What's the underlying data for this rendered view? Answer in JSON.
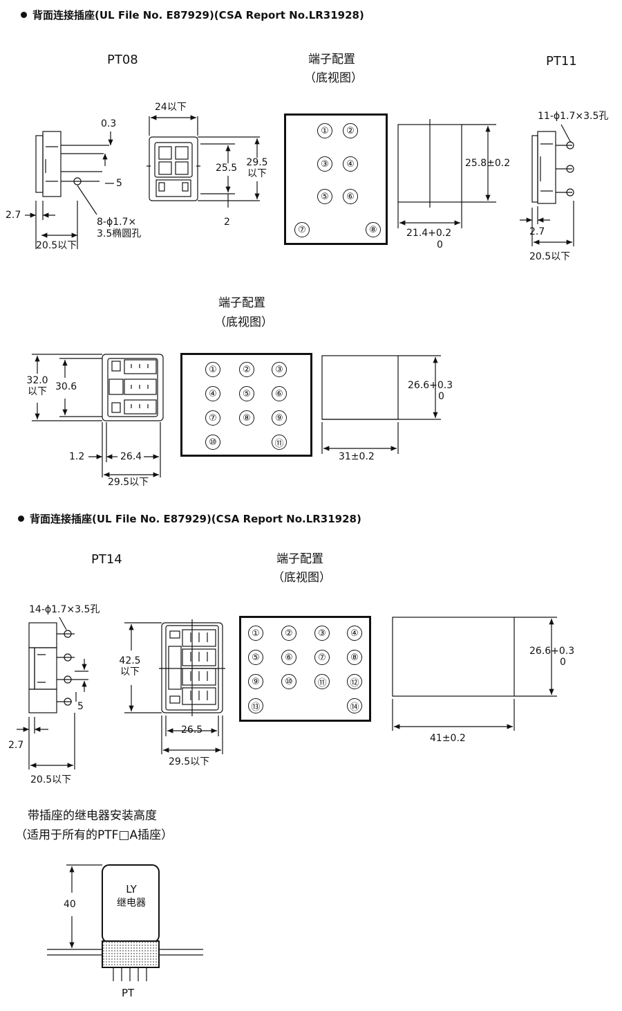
{
  "section1": {
    "heading": "背面连接插座(UL File No. E87929)(CSA Report No.LR31928)",
    "pt08": {
      "title": "PT08",
      "width_label": "24以下",
      "dim_03": "0.3",
      "dim_5": "5",
      "dim_255": "25.5",
      "dim_295": "29.5",
      "dim_295_suffix": "以下",
      "dim_2": "2",
      "dim_27": "2.7",
      "hole_note_1": "8-ϕ1.7×",
      "hole_note_2": "3.5椭圆孔",
      "depth": "20.5以下"
    },
    "terminal": {
      "title": "端子配置",
      "subtitle": "（底视图）",
      "pins": [
        "①",
        "②",
        "③",
        "④",
        "⑤",
        "⑥",
        "⑦",
        "⑧"
      ]
    },
    "cutout": {
      "height": "25.8±0.2",
      "width_1": "21.4+0.2",
      "width_2": "0"
    },
    "pt11": {
      "title": "PT11",
      "hole_note": "11-ϕ1.7×3.5孔",
      "dim_27": "2.7",
      "depth": "20.5以下"
    }
  },
  "section2": {
    "terminal": {
      "title": "端子配置",
      "subtitle": "（底视图）",
      "pins": [
        "①",
        "②",
        "③",
        "④",
        "⑤",
        "⑥",
        "⑦",
        "⑧",
        "⑨",
        "⑩",
        "⑪"
      ]
    },
    "dim_32": "32.0",
    "dim_32_suffix": "以下",
    "dim_306": "30.6",
    "dim_12": "1.2",
    "dim_264": "26.4",
    "width": "29.5以下",
    "cutout": {
      "height_1": "26.6+0.3",
      "height_2": "0",
      "width": "31±0.2"
    }
  },
  "section3": {
    "heading": "背面连接插座(UL File No. E87929)(CSA Report No.LR31928)",
    "pt14": {
      "title": "PT14",
      "hole_note": "14-ϕ1.7×3.5孔",
      "dim_5": "5",
      "dim_27": "2.7",
      "depth": "20.5以下",
      "dim_425": "42.5",
      "dim_425_suffix": "以下",
      "dim_265": "26.5",
      "width": "29.5以下"
    },
    "terminal": {
      "title": "端子配置",
      "subtitle": "（底视图）",
      "pins": [
        "①",
        "②",
        "③",
        "④",
        "⑤",
        "⑥",
        "⑦",
        "⑧",
        "⑨",
        "⑩",
        "⑪",
        "⑫",
        "⑬",
        "⑭"
      ]
    },
    "cutout": {
      "height_1": "26.6+0.3",
      "height_2": "0",
      "width": "41±0.2"
    }
  },
  "section4": {
    "title": "带插座的继电器安装高度",
    "subtitle": "（适用于所有的PTF□A插座）",
    "height": "40",
    "relay_name": "LY",
    "relay_label": "继电器",
    "socket_label": "PT"
  }
}
